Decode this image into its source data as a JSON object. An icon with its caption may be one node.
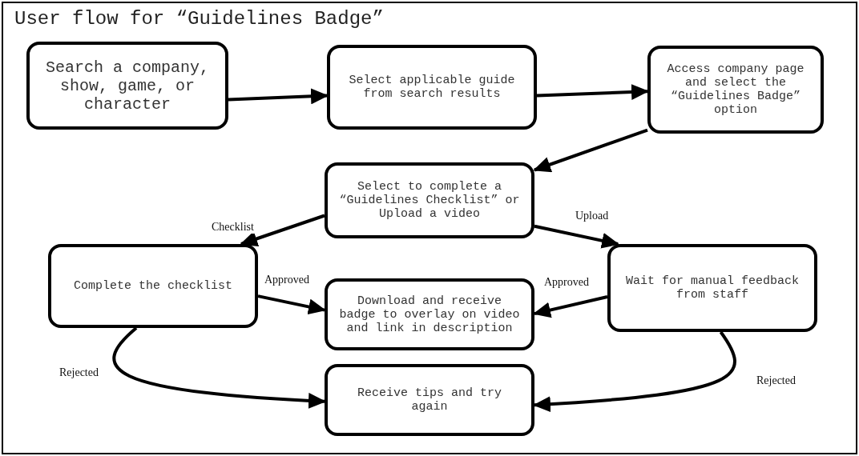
{
  "diagram": {
    "title": "User flow for “Guidelines Badge”",
    "nodes": [
      {
        "text": [
          "Search a company, show, game, or character"
        ]
      },
      {
        "text": [
          "Select applicable guide from search results"
        ]
      },
      {
        "text": [
          "Access company page and select the “Guidelines Badge” option"
        ]
      },
      {
        "text": [
          "Select to complete a “Guidelines Checklist” or Upload a video"
        ]
      },
      {
        "text": [
          "Complete the checklist"
        ]
      },
      {
        "text": [
          "Wait for manual feedback from staff"
        ]
      },
      {
        "text": [
          "Download and receive badge to overlay on video and link in description"
        ]
      },
      {
        "text": [
          "Receive tips and try again"
        ]
      }
    ],
    "edges": [
      {
        "from": 0,
        "to": 1,
        "arrow": "to"
      },
      {
        "from": 1,
        "to": 2,
        "arrow": "to"
      },
      {
        "from": 2,
        "to": 3,
        "arrow": "to"
      },
      {
        "from": 3,
        "to": 4,
        "arrow": "to",
        "label": "Checklist"
      },
      {
        "from": 3,
        "to": 5,
        "arrow": "to",
        "label": "Upload"
      },
      {
        "from": 4,
        "to": 6,
        "arrow": "to",
        "label": "Approved"
      },
      {
        "from": 5,
        "to": 6,
        "arrow": "to",
        "label": "Approved"
      },
      {
        "from": 4,
        "to": 7,
        "arrow": "to",
        "label": "Rejected"
      },
      {
        "from": 5,
        "to": 7,
        "arrow": "to",
        "label": "Rejected"
      }
    ]
  }
}
